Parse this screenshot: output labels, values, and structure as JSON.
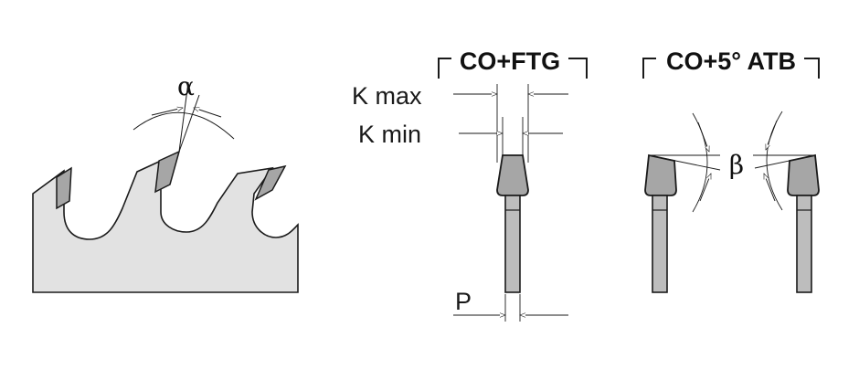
{
  "labels": {
    "alpha": "α",
    "beta": "β",
    "k_max": "K max",
    "k_min": "K min",
    "p": "P"
  },
  "headers": {
    "co_ftg": "CO+FTG",
    "co_atb": "CO+5° ATB"
  },
  "colors": {
    "blade_fill": "#e2e2e2",
    "tooth_fill": "#a6a6a6",
    "outline": "#1a1a1a",
    "stem_fill": "#bdbdbd"
  }
}
